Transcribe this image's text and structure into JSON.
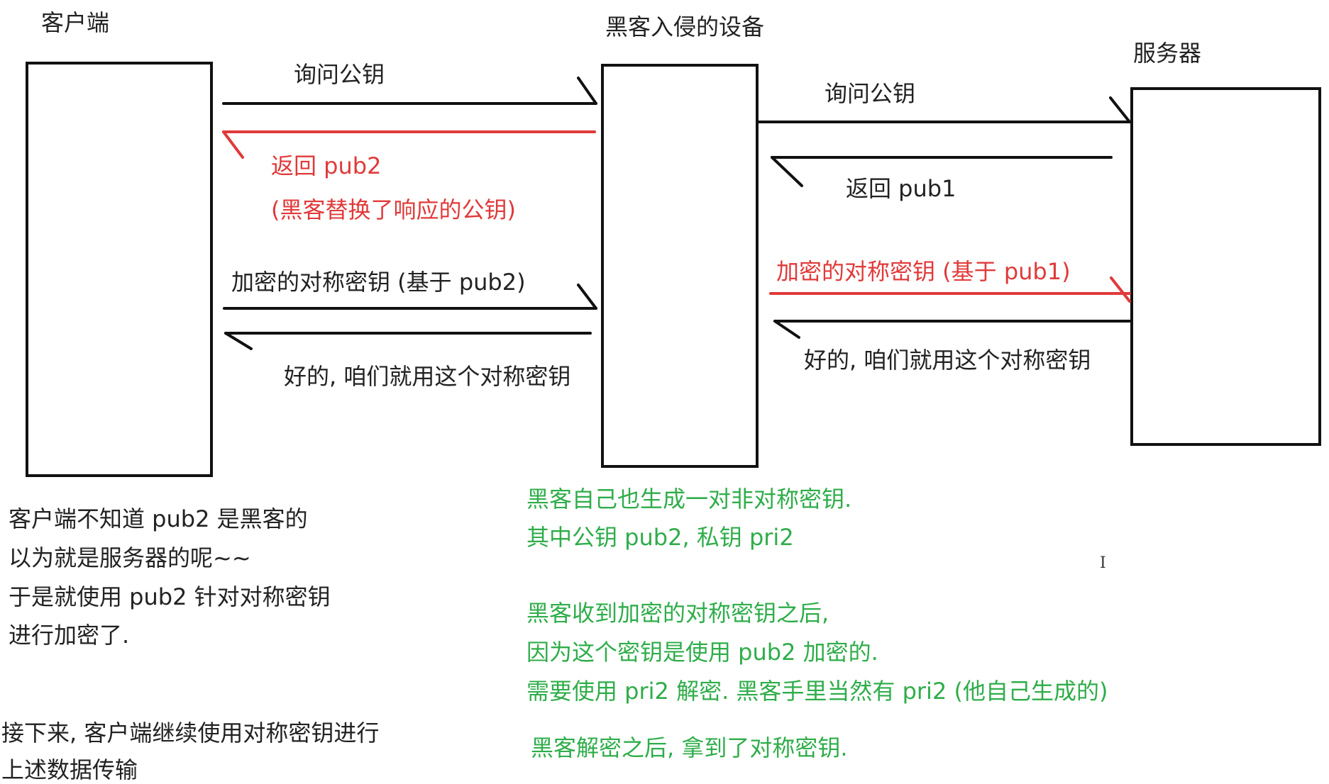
{
  "colors": {
    "black": "#222222",
    "red": "#e03a3a",
    "green": "#2fad4a"
  },
  "actors": {
    "client": "客户端",
    "hacker": "黑客入侵的设备",
    "server": "服务器"
  },
  "messages": {
    "client_ask": "询问公钥",
    "hacker_return_pub2": "返回 pub2",
    "hacker_replace_note": "(黑客替换了响应的公钥)",
    "client_send_sym": "加密的对称密钥 (基于 pub2)",
    "hacker_ok_to_client": "好的, 咱们就用这个对称密钥",
    "hacker_ask": "询问公钥",
    "server_return_pub1": "返回 pub1",
    "hacker_send_sym": "加密的对称密钥 (基于 pub1)",
    "server_ok": "好的, 咱们就用这个对称密钥"
  },
  "notes": {
    "client_lines": [
      "客户端不知道 pub2 是黑客的",
      "以为就是服务器的呢~~",
      "于是就使用 pub2 针对对称密钥",
      "进行加密了."
    ],
    "client_next_lines": [
      "接下来, 客户端继续使用对称密钥进行",
      "上述数据传输"
    ],
    "hacker_lines_1": [
      "黑客自己也生成一对非对称密钥.",
      "其中公钥 pub2, 私钥 pri2"
    ],
    "hacker_lines_2": [
      "黑客收到加密的对称密钥之后,",
      "因为这个密钥是使用 pub2 加密的.",
      "需要使用 pri2 解密. 黑客手里当然有 pri2 (他自己生成的)"
    ],
    "hacker_lines_3": [
      "黑客解密之后, 拿到了对称密钥."
    ]
  },
  "cursor_glyph": "I"
}
